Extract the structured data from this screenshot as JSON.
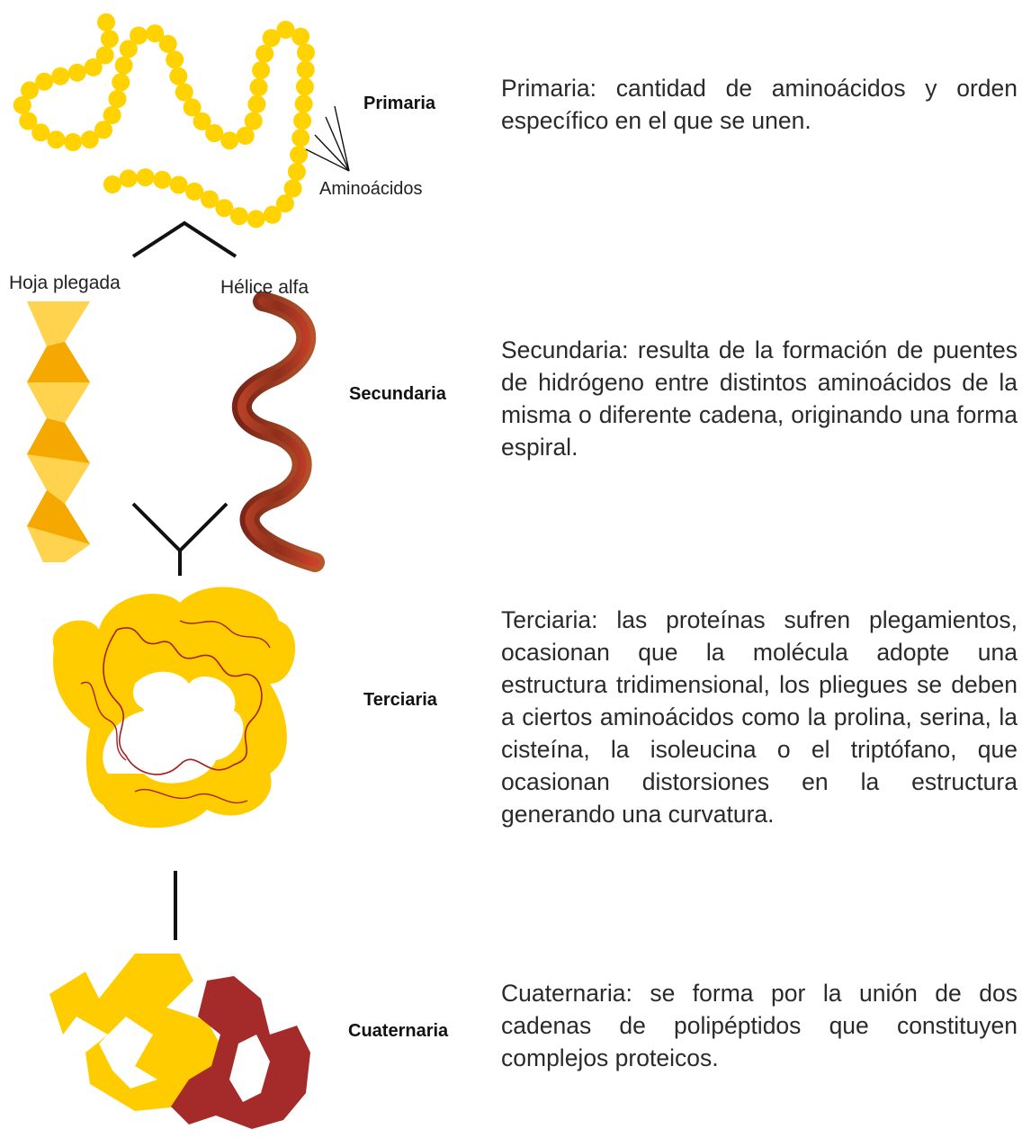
{
  "colors": {
    "amino_yellow": "#FFD200",
    "sheet_yellow": "#FDB913",
    "helix_red": "#C43030",
    "helix_brown": "#8B3A1E",
    "chain_red": "#A81E1E",
    "quaternary_red": "#A52A2A",
    "line_black": "#111111"
  },
  "levels": {
    "primaria": {
      "label": "Primaria",
      "pointer_label": "Aminoácidos",
      "description": "Primaria: cantidad de aminoácidos y orden específico en el que se unen."
    },
    "secundaria": {
      "label": "Secundaria",
      "sheet_label": "Hoja plegada",
      "helix_label": "Hélice alfa",
      "description": "Secundaria: resulta de la formación de puentes de hidrógeno entre distintos aminoácidos de la misma o diferente cadena, originando una forma espiral."
    },
    "terciaria": {
      "label": "Terciaria",
      "description": "Terciaria: las proteínas sufren plegamientos, ocasionan que la molécula adopte una estructura tridimensional, los pliegues se deben a ciertos aminoácidos como la prolina, serina, la cisteína, la isoleucina o el triptófano, que ocasionan distorsiones en la estructura generando una curvatura."
    },
    "cuaternaria": {
      "label": "Cuaternaria",
      "description": "Cuaternaria: se forma por la unión de dos cadenas de polipéptidos que constituyen complejos proteicos."
    }
  }
}
